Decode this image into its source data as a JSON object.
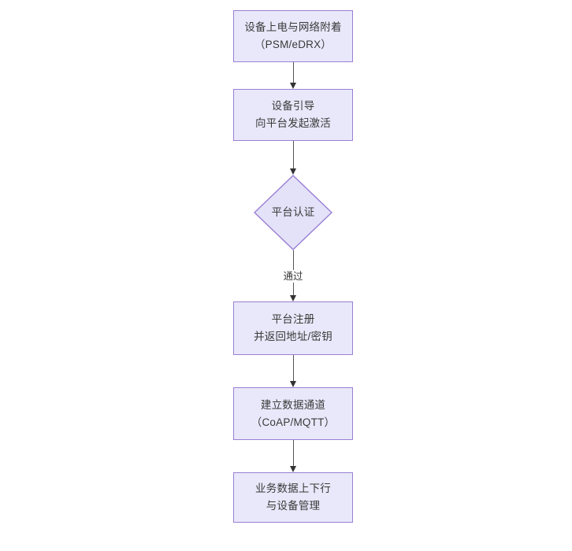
{
  "diagram": {
    "type": "flowchart",
    "orientation": "top-to-bottom",
    "background_color": "#ffffff",
    "node_fill_color": "#e8e8fa",
    "node_border_color": "#9a7fd4",
    "connector_color": "#555555",
    "text_color": "#3a3a3a",
    "nodes": [
      {
        "id": "n1",
        "shape": "rectangle",
        "line1": "设备上电与网络附着",
        "line2": "（PSM/eDRX）"
      },
      {
        "id": "n2",
        "shape": "rectangle",
        "line1": "设备引导",
        "line2": "向平台发起激活"
      },
      {
        "id": "n3",
        "shape": "diamond",
        "line1": "平台认证",
        "line2": ""
      },
      {
        "id": "n4",
        "shape": "rectangle",
        "line1": "平台注册",
        "line2": "并返回地址/密钥"
      },
      {
        "id": "n5",
        "shape": "rectangle",
        "line1": "建立数据通道",
        "line2": "（CoAP/MQTT）"
      },
      {
        "id": "n6",
        "shape": "rectangle",
        "line1": "业务数据上下行",
        "line2": "与设备管理"
      }
    ],
    "edges": [
      {
        "id": "e1",
        "from": "n1",
        "to": "n2",
        "label": ""
      },
      {
        "id": "e2",
        "from": "n2",
        "to": "n3",
        "label": ""
      },
      {
        "id": "e3",
        "from": "n3",
        "to": "n4",
        "label": "通过"
      },
      {
        "id": "e4",
        "from": "n4",
        "to": "n5",
        "label": ""
      },
      {
        "id": "e5",
        "from": "n5",
        "to": "n6",
        "label": ""
      }
    ]
  }
}
